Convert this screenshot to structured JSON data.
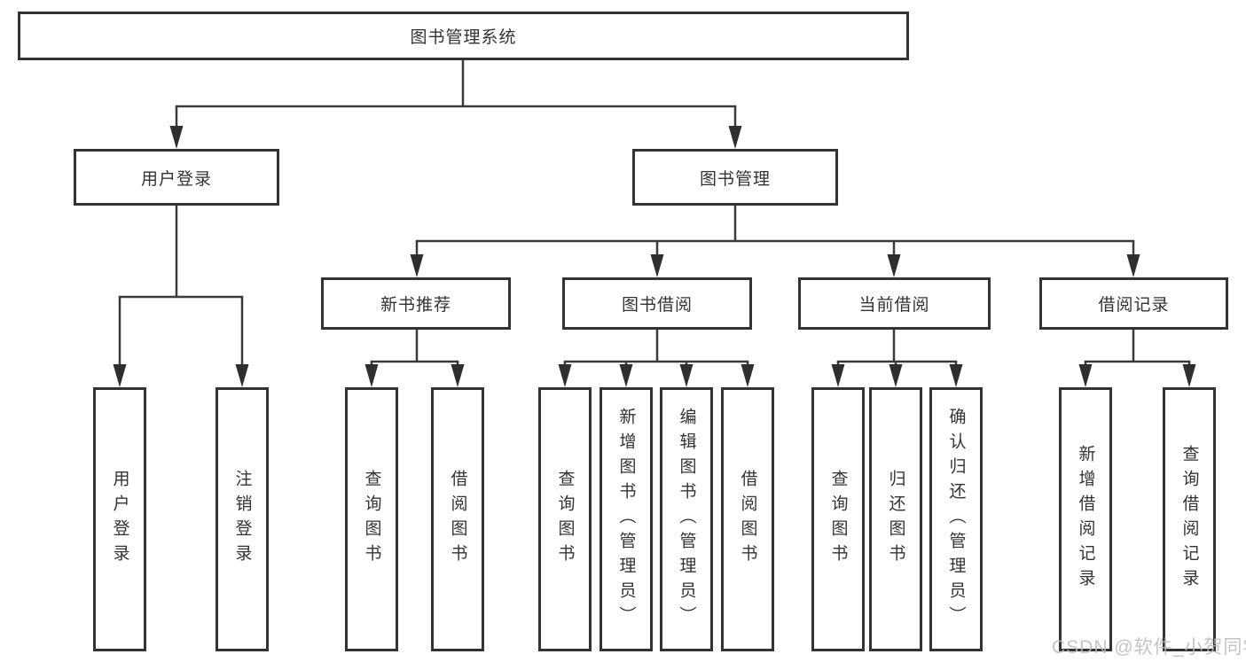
{
  "tree": {
    "root": {
      "label": "图书管理系统"
    },
    "branches": [
      {
        "label": "用户登录",
        "children": [
          {
            "label": "用户登录"
          },
          {
            "label": "注销登录"
          }
        ]
      },
      {
        "label": "图书管理",
        "children": [
          {
            "label": "新书推荐",
            "children": [
              {
                "label": "查询图书"
              },
              {
                "label": "借阅图书"
              }
            ]
          },
          {
            "label": "图书借阅",
            "children": [
              {
                "label": "查询图书"
              },
              {
                "label": "新增图书（管理员）"
              },
              {
                "label": "编辑图书（管理员）"
              },
              {
                "label": "借阅图书"
              }
            ]
          },
          {
            "label": "当前借阅",
            "children": [
              {
                "label": "查询图书"
              },
              {
                "label": "归还图书"
              },
              {
                "label": "确认归还（管理员）"
              }
            ]
          },
          {
            "label": "借阅记录",
            "children": [
              {
                "label": "新增借阅记录"
              },
              {
                "label": "查询借阅记录"
              }
            ]
          }
        ]
      }
    ]
  },
  "watermark": {
    "text": "CSDN @软件_小贺同学"
  },
  "colors": {
    "line": "#3a3a3a",
    "border": "#333333",
    "text": "#333333",
    "background": "#ffffff",
    "watermark": "#bababa"
  }
}
